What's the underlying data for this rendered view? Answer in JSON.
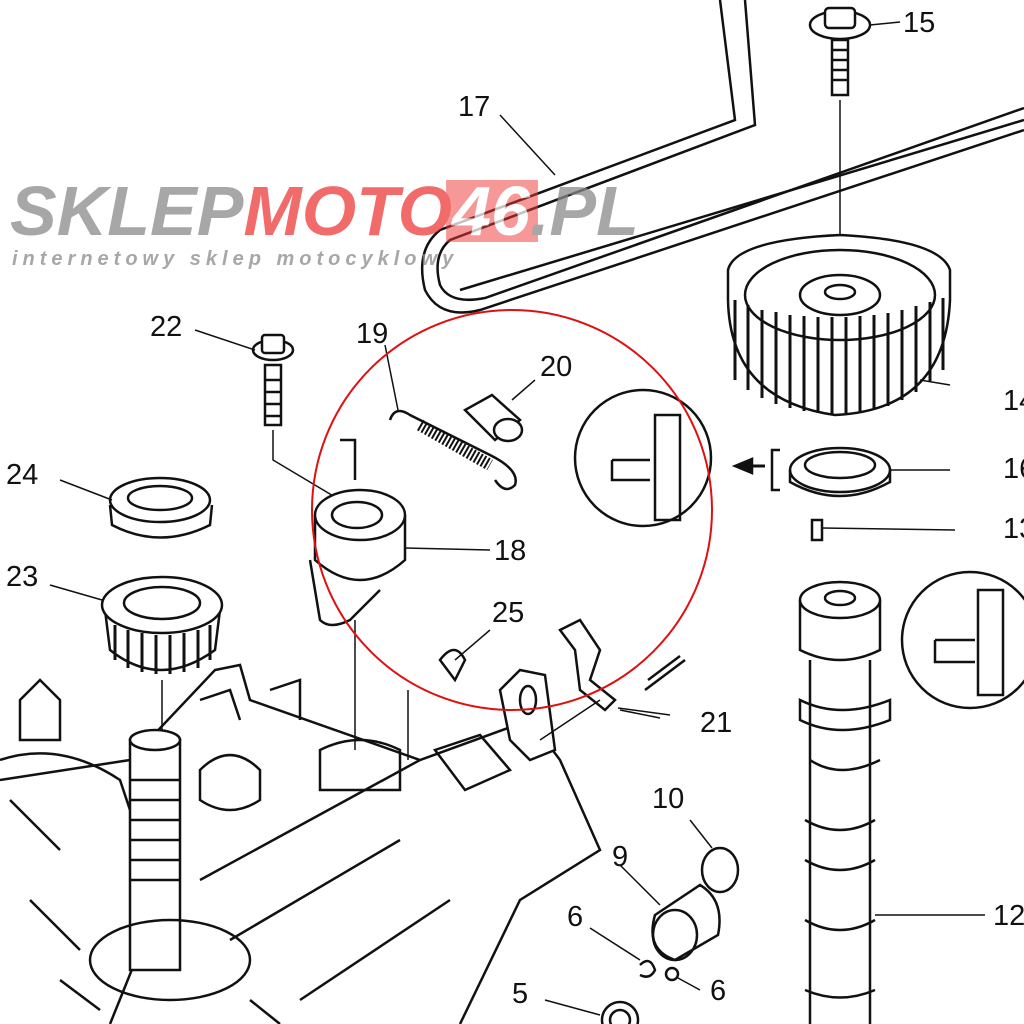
{
  "diagram": {
    "labels": {
      "l15": "15",
      "l17": "17",
      "l22": "22",
      "l19": "19",
      "l20": "20",
      "l24": "24",
      "l18": "18",
      "l23": "23",
      "l25": "25",
      "l21": "21",
      "l14": "14",
      "l16": "16",
      "l13": "13",
      "l10": "10",
      "l9": "9",
      "l12": "12",
      "l6a": "6",
      "l6b": "6",
      "l5": "5"
    },
    "highlight_color": "#e01010"
  },
  "watermark": {
    "brand_part1": "SKLEP",
    "brand_part2": "MOTO",
    "brand_part3": "46",
    "brand_part4": ".PL",
    "tagline": "internetowy sklep motocyklowy",
    "grey": "#8a8a8a",
    "red": "#ee3a3a"
  }
}
